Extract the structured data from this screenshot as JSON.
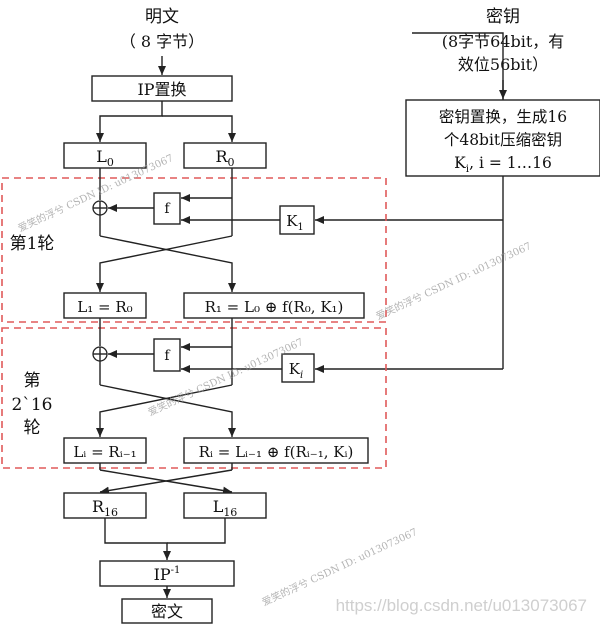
{
  "plaintext": {
    "title": "明文",
    "note": "（ 8 字节）"
  },
  "key": {
    "title": "密钥",
    "note_line1": "(8字节64bit，有",
    "note_line2": "效位56bit）"
  },
  "ip_box": {
    "label": "IP置换"
  },
  "l0": {
    "main": "L",
    "sub": "0"
  },
  "r0": {
    "main": "R",
    "sub": "0"
  },
  "key_process": {
    "line1": "密钥置换，生成16",
    "line2": "个48bit压缩密钥",
    "line3_k": "K",
    "line3_sub": "i",
    "line3_rest": ", i = 1…16"
  },
  "round1": {
    "label": "第1轮",
    "f": "f",
    "k_main": "K",
    "k_sub": "1",
    "xor": "⊕",
    "l_eq": "L₁ = R₀",
    "r_eq": "R₁ = L₀ ⊕ f(R₀, K₁)"
  },
  "round2_16": {
    "label_top": "第",
    "label_mid": "2`16",
    "label_bot": "轮",
    "f": "f",
    "k_main": "K",
    "k_sub": "i",
    "xor": "⊕",
    "l_eq": "Lᵢ = Rᵢ₋₁",
    "r_eq": "Rᵢ = Lᵢ₋₁ ⊕ f(Rᵢ₋₁, Kᵢ)"
  },
  "r16": {
    "main": "R",
    "sub": "16"
  },
  "l16": {
    "main": "L",
    "sub": "16"
  },
  "ip_inv": {
    "main": "IP",
    "sup": "-1"
  },
  "ciphertext": {
    "label": "密文"
  },
  "watermarks": {
    "wm1": "爱笑的浮兮 CSDN ID: u013073067",
    "wm2": "爱笑的浮兮 CSDN ID: u013073067",
    "wm3": "爱笑的浮兮 CSDN ID: u013073067",
    "wm4": "爱笑的浮兮 CSDN ID: u013073067",
    "url": "https://blog.csdn.net/u013073067"
  },
  "colors": {
    "line": "#222222",
    "dashed_frame": "#e05a5a",
    "watermark": "#9a9a9a"
  }
}
